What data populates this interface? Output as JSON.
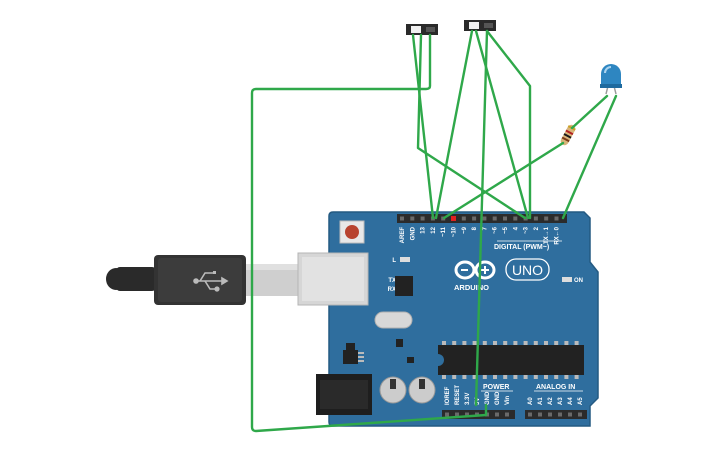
{
  "board": {
    "model": "UNO",
    "brand": "ARDUINO",
    "digital_header_label": "DIGITAL (PWM~)",
    "power_header_label": "POWER",
    "analog_header_label": "ANALOG IN",
    "led_l_label": "L",
    "led_tx_label": "TX",
    "led_rx_label": "RX",
    "led_on_label": "ON",
    "digital_pins": [
      "AREF",
      "GND",
      "13",
      "12",
      "~11",
      "~10",
      "~9",
      "8",
      "7",
      "~6",
      "~5",
      "4",
      "~3",
      "2",
      "TX→1",
      "RX←0"
    ],
    "power_pins": [
      "IOREF",
      "RESET",
      "3.3V",
      "5V",
      "GND",
      "GND",
      "Vin"
    ],
    "analog_pins": [
      "A0",
      "A1",
      "A2",
      "A3",
      "A4",
      "A5"
    ],
    "colors": {
      "board": "#2f6e9e",
      "board_edge": "#245a82",
      "header": "#2b2b2b",
      "chip": "#222222"
    }
  },
  "components": {
    "switches": [
      "slide-switch",
      "slide-switch"
    ],
    "led": {
      "type": "led",
      "color": "#2e86c1"
    },
    "resistor": {
      "type": "resistor"
    },
    "usb_cable": {
      "type": "usb-b-cable"
    }
  },
  "wires": {
    "color": "#2fa84a"
  }
}
